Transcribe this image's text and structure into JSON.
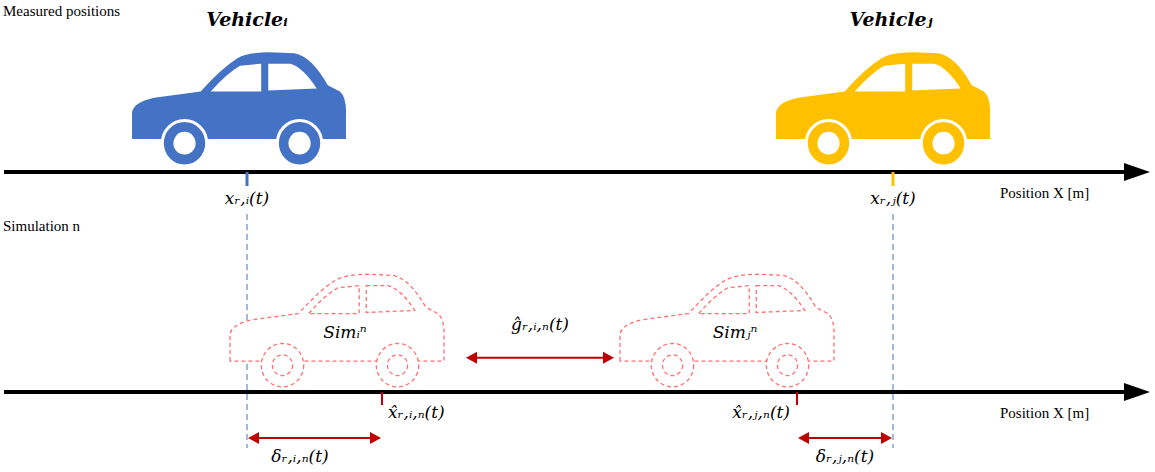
{
  "diagram": {
    "nodes": [
      {
        "text": [
          "Vehicleᵢ"
        ]
      },
      {
        "text": [
          "Vehicleⱼ"
        ]
      },
      {
        "text": [
          "Simᵢⁿ"
        ]
      },
      {
        "text": [
          "Simⱼⁿ"
        ]
      }
    ],
    "edges": [
      {
        "from": 2,
        "to": 3,
        "arrow": "both",
        "label": "ĝᵣ,ᵢ,ₙ(t)"
      }
    ],
    "labels": [
      "Measured positions",
      "xᵣ,ᵢ(t)",
      "xᵣ,ⱼ(t)",
      "Position X [m]",
      "Simulation n",
      "x̂ᵣ,ᵢ,ₙ(t)",
      "x̂ᵣ,ⱼ,ₙ(t)",
      "Position X [m]",
      "δᵣ,ᵢ,ₙ(t)",
      "δᵣ,ⱼ,ₙ(t)"
    ]
  }
}
